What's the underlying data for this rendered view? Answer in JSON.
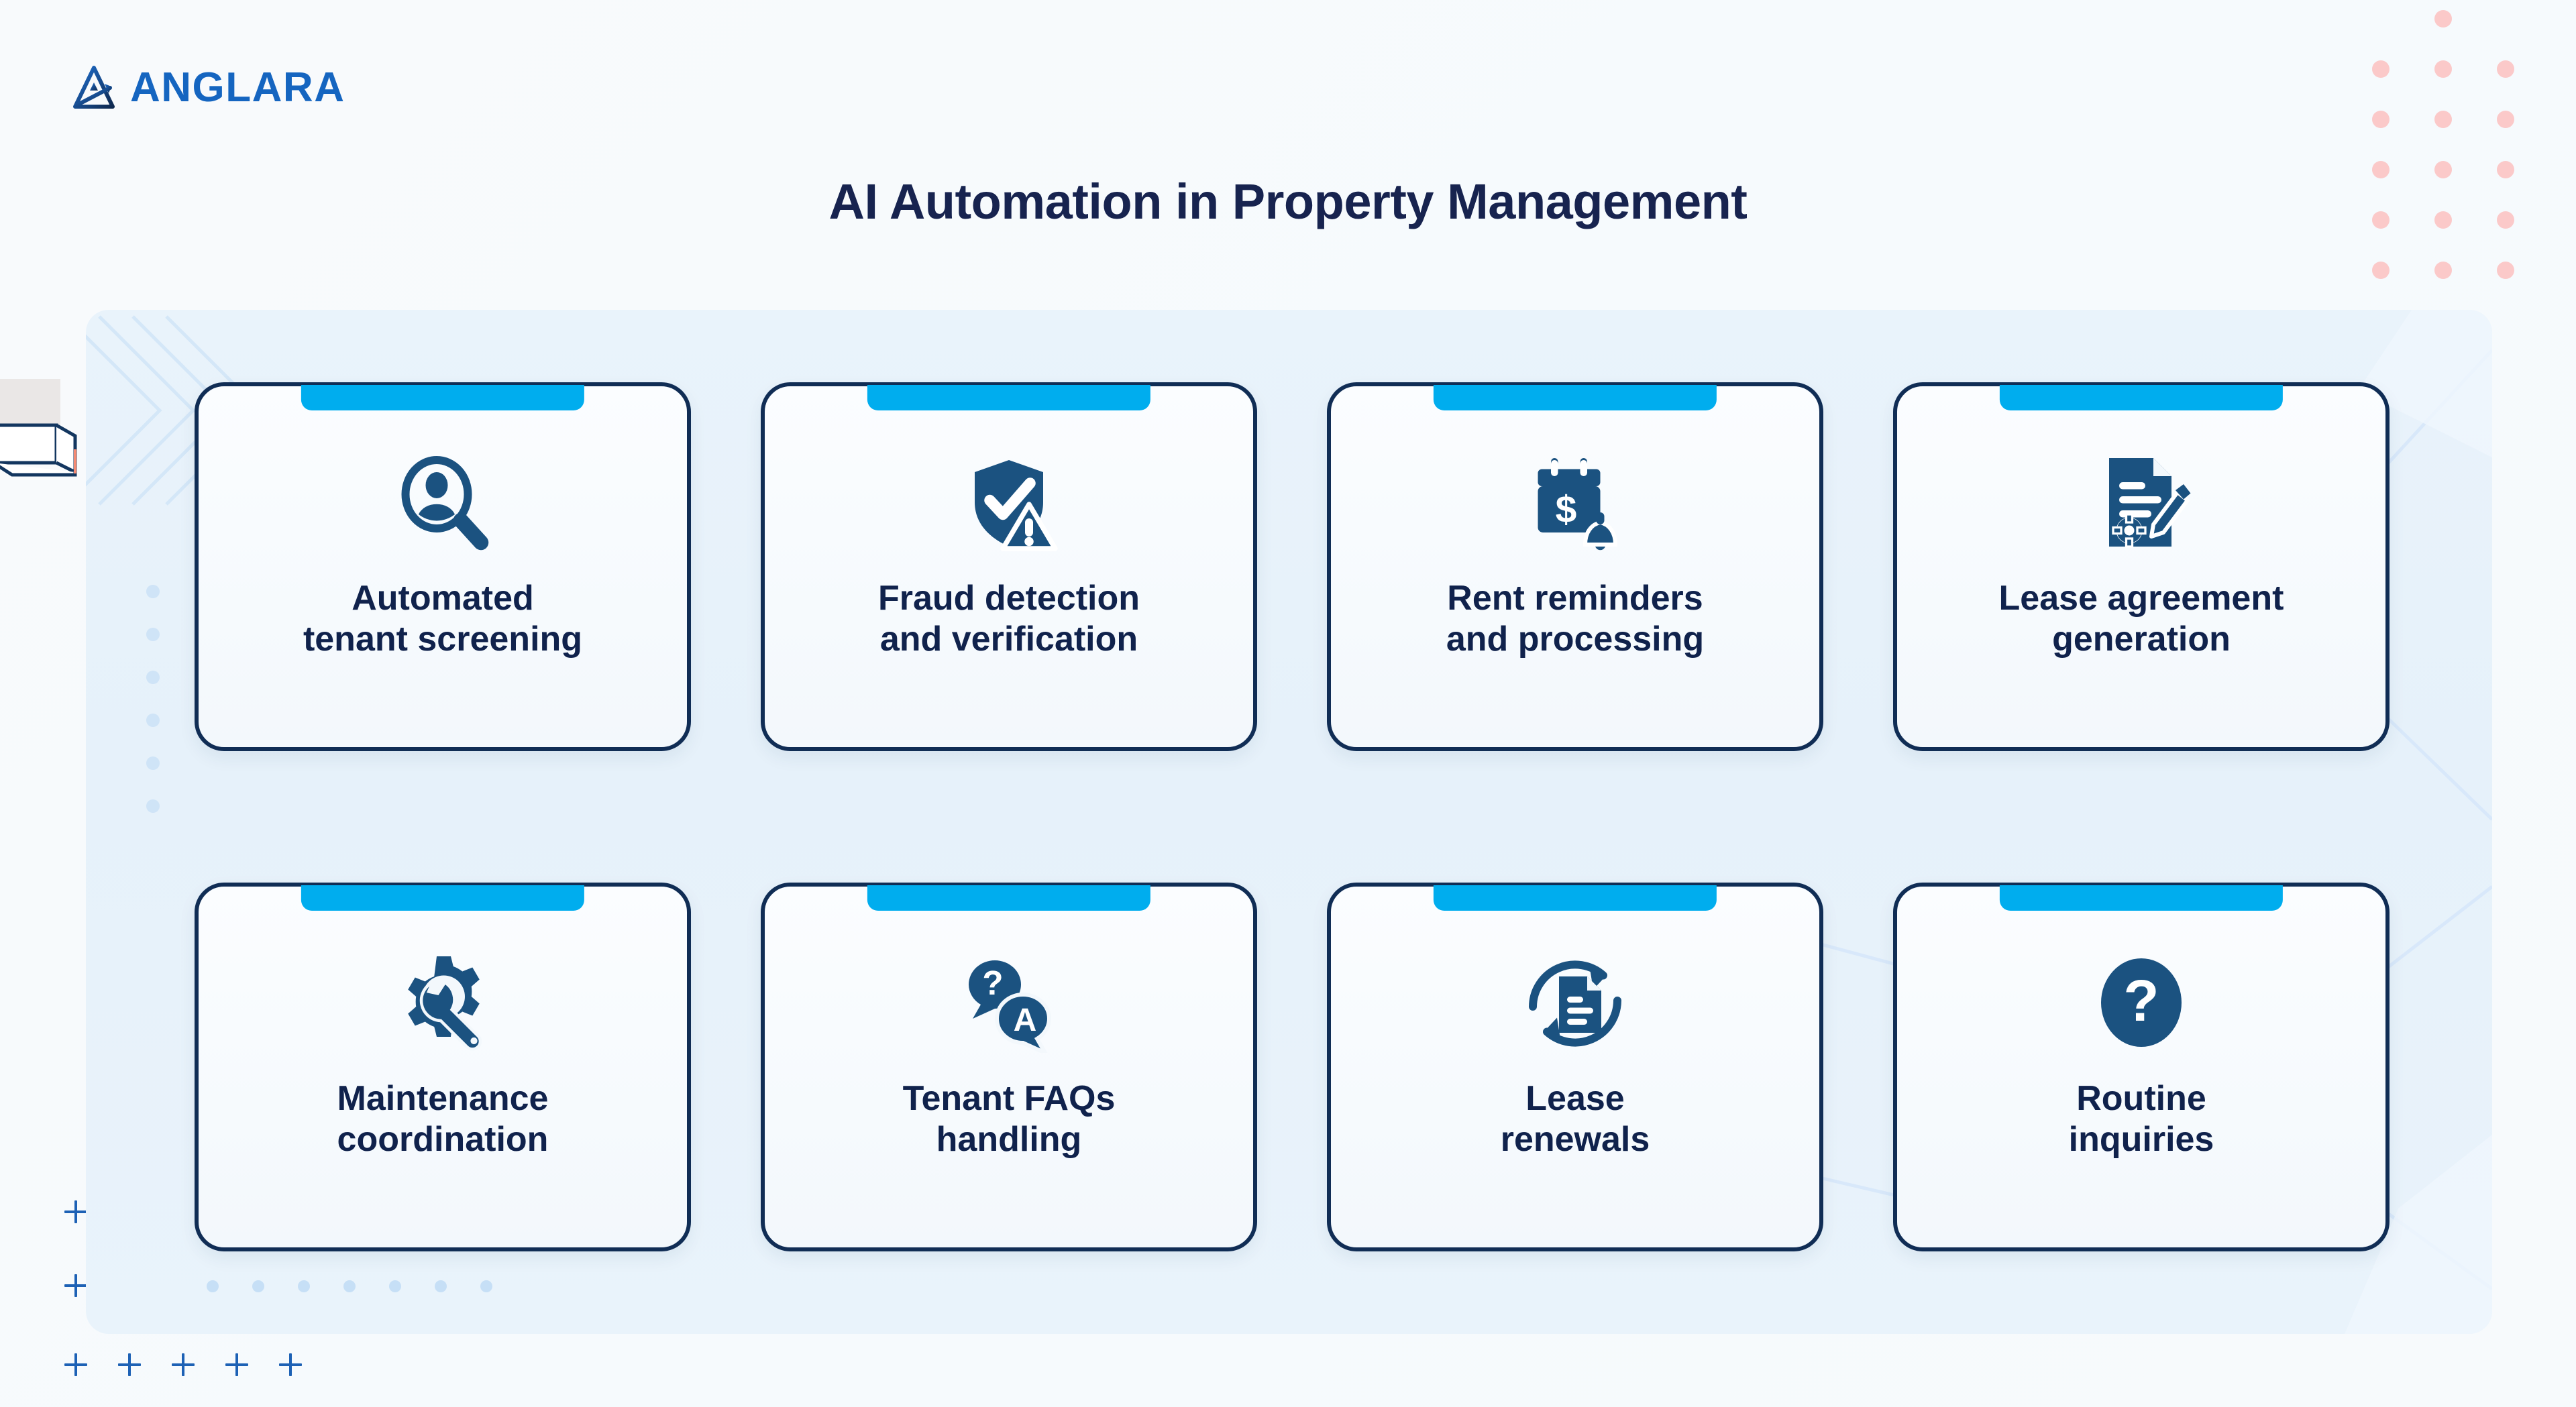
{
  "brand": {
    "name": "ANGLARA",
    "logo_icon": "anglara-triangle-arrow-logo",
    "color": "#1565C0"
  },
  "header": {
    "title": "AI Automation in Property Management"
  },
  "theme": {
    "page_background": "#F7FAFC",
    "panel_background": "#E8F2FA",
    "card_border": "#102D55",
    "card_tab": "#00ADEE",
    "icon_color": "#1B5280",
    "title_color": "#17234F",
    "accent_pink": "#FBC9C9",
    "accent_plus": "#1D61B5"
  },
  "cards": [
    {
      "id": "automated-tenant-screening",
      "icon": "user-search-icon",
      "label": "Automated\ntenant screening"
    },
    {
      "id": "fraud-detection",
      "icon": "shield-check-warning-icon",
      "label": "Fraud detection\nand verification"
    },
    {
      "id": "rent-reminders",
      "icon": "calendar-dollar-bell-icon",
      "label": "Rent reminders\nand processing"
    },
    {
      "id": "lease-agreement-generation",
      "icon": "document-gear-pencil-icon",
      "label": "Lease agreement\ngeneration"
    },
    {
      "id": "maintenance-coordination",
      "icon": "gear-wrench-icon",
      "label": "Maintenance\ncoordination"
    },
    {
      "id": "tenant-faqs-handling",
      "icon": "question-answer-bubbles-icon",
      "label": "Tenant FAQs\nhandling"
    },
    {
      "id": "lease-renewals",
      "icon": "document-refresh-icon",
      "label": "Lease\nrenewals"
    },
    {
      "id": "routine-inquiries",
      "icon": "question-circle-icon",
      "label": "Routine\ninquiries"
    }
  ]
}
